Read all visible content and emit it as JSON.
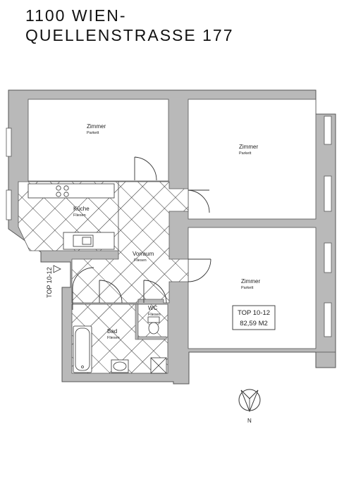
{
  "title": {
    "line1": "1100 WIEN-",
    "line2": "QUELLENSTRASSE 177"
  },
  "rooms": [
    {
      "name": "Zimmer",
      "floor": "Parkett"
    },
    {
      "name": "Zimmer",
      "floor": "Parkett"
    },
    {
      "name": "Küche",
      "floor": "Fliesen"
    },
    {
      "name": "Vorraum",
      "floor": "Fliesen"
    },
    {
      "name": "Zimmer",
      "floor": "Parkett"
    },
    {
      "name": "WC",
      "floor": "Fliesen"
    },
    {
      "name": "Bad",
      "floor": "Fliesen"
    }
  ],
  "unit": {
    "label": "TOP 10-12",
    "area": "82,59 M2"
  },
  "entrance_label": "TOP 10-12",
  "compass": {
    "north": "N"
  },
  "colors": {
    "wall": "#b9b9b9",
    "wall_stroke": "#555555",
    "tile": "#333333"
  }
}
